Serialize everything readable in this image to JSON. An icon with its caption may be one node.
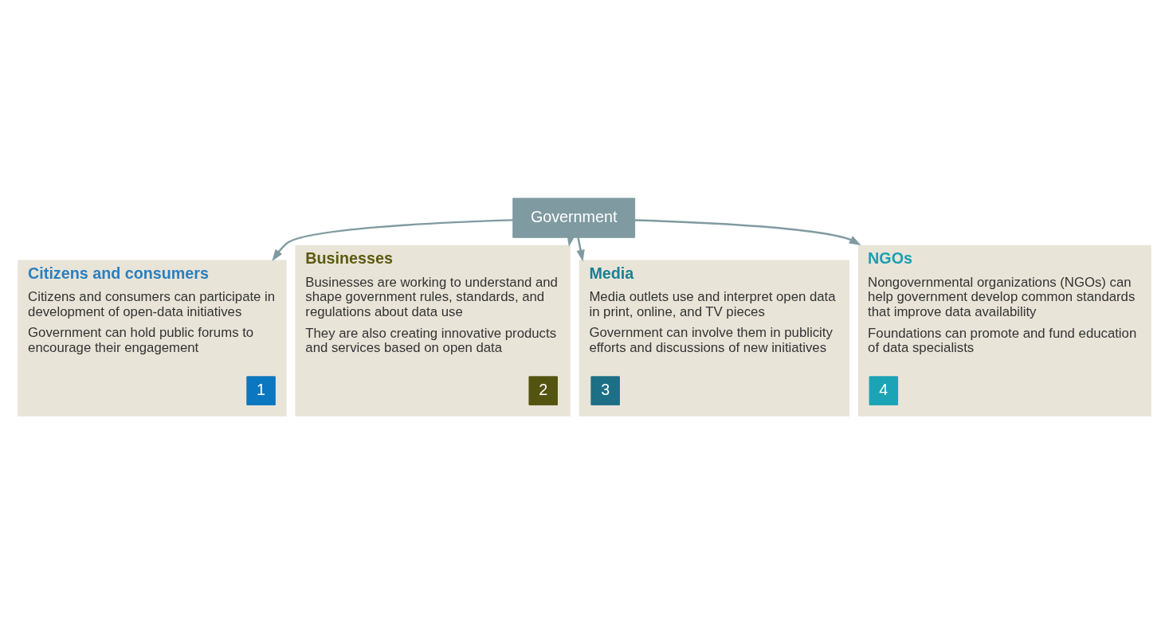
{
  "diagram": {
    "nodes": [
      {
        "text": [
          "Citizens and consumers",
          "Citizens and consumers can participate in development of open-data initiatives",
          "Government can hold public forums to encourage their engagement"
        ]
      },
      {
        "text": [
          "1"
        ],
        "in": 0
      },
      {
        "text": [
          "Businesses",
          "Businesses are working to understand and shape government rules, standards, and regulations about data use",
          "They are also creating innovative products and services based on open data"
        ]
      },
      {
        "text": [
          "2"
        ],
        "in": 2
      },
      {
        "text": [
          "Government"
        ]
      },
      {
        "text": [
          "Media",
          "Media outlets use and interpret open data in print, online, and TV pieces",
          "Government can involve them in publicity efforts and discussions of new initiatives"
        ]
      },
      {
        "text": [
          "3"
        ],
        "in": 5
      },
      {
        "text": [
          "NGOs",
          "Nongovernmental organizations (NGOs) can help government develop common standards that improve data availability",
          "Foundations can promote and fund education of data specialists"
        ]
      },
      {
        "text": [
          "4"
        ],
        "in": 7
      }
    ],
    "edges": [
      {
        "from": 4,
        "to": 0,
        "arrow": "to"
      },
      {
        "from": 4,
        "to": 2,
        "arrow": "to"
      },
      {
        "from": 4,
        "to": 5,
        "arrow": "to"
      },
      {
        "from": 4,
        "to": 7,
        "arrow": "to"
      }
    ]
  }
}
